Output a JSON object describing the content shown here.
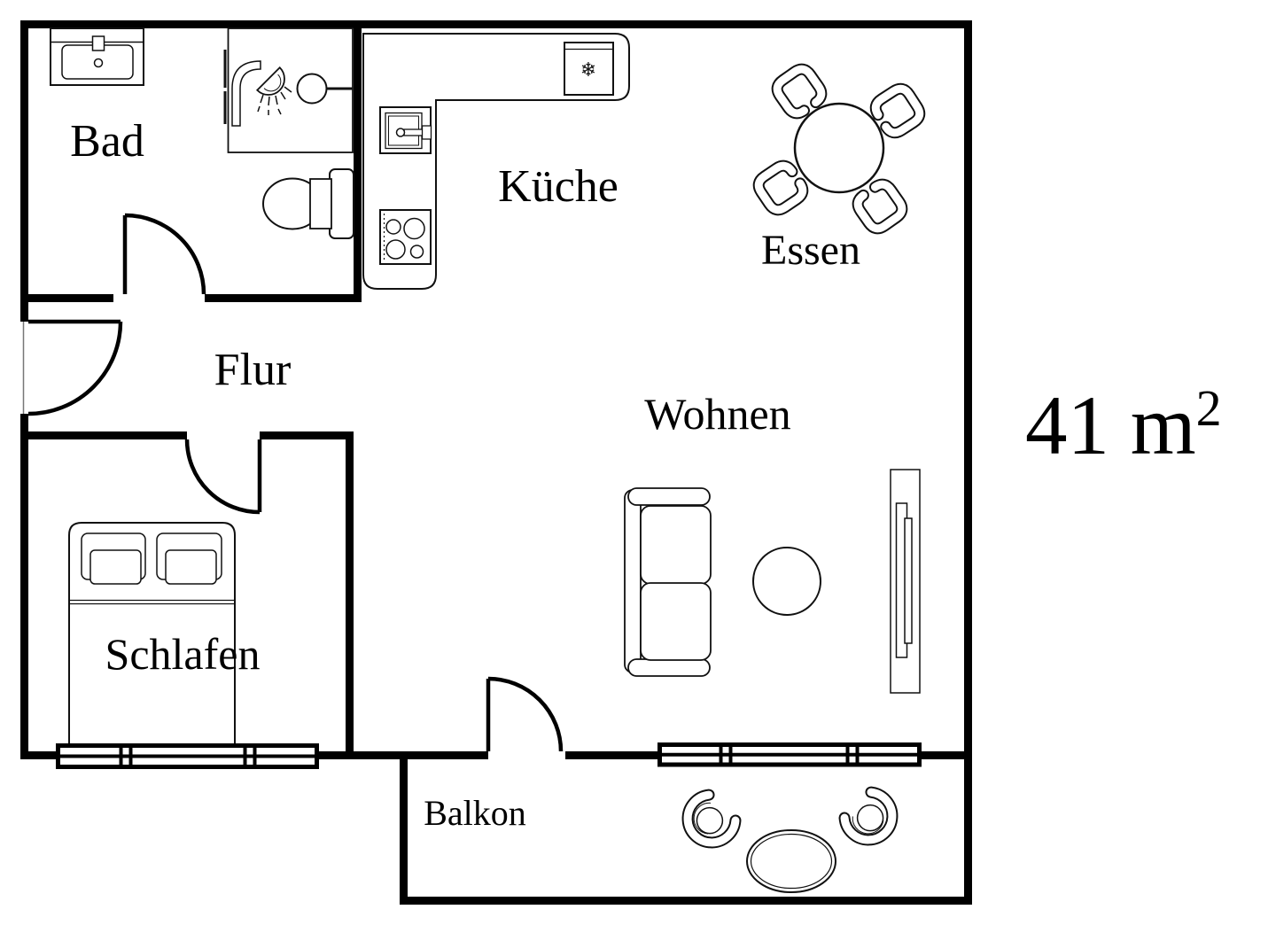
{
  "floorplan": {
    "rooms": {
      "bad": "Bad",
      "kueche": "Küche",
      "essen": "Essen",
      "flur": "Flur",
      "wohnen": "Wohnen",
      "schlafen": "Schlafen",
      "balkon": "Balkon"
    },
    "area": {
      "value": "41 m",
      "superscript": "2"
    },
    "icons": {
      "fridge_snowflake": "❄",
      "fixtures": [
        "washbasin-icon",
        "shower-icon",
        "toilet-icon",
        "fridge-icon",
        "kitchen-sink-icon",
        "stove-icon",
        "dining-table-icon",
        "dining-chair-icon",
        "sofa-icon",
        "coffee-table-icon",
        "tv-sideboard-icon",
        "double-bed-icon",
        "balcony-chair-icon",
        "balcony-table-icon",
        "window-icon",
        "door-swing-icon"
      ]
    },
    "colors": {
      "wall": "#000000",
      "line": "#111111",
      "background": "#ffffff"
    }
  }
}
